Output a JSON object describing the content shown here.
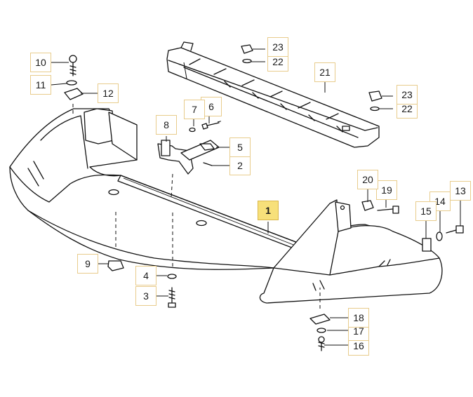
{
  "diagram": {
    "callouts": [
      {
        "id": "c1",
        "label": "1",
        "highlighted": true
      },
      {
        "id": "c2",
        "label": "2"
      },
      {
        "id": "c3",
        "label": "3"
      },
      {
        "id": "c4",
        "label": "4"
      },
      {
        "id": "c5",
        "label": "5"
      },
      {
        "id": "c6",
        "label": "6"
      },
      {
        "id": "c7",
        "label": "7"
      },
      {
        "id": "c8",
        "label": "8"
      },
      {
        "id": "c9",
        "label": "9"
      },
      {
        "id": "c10",
        "label": "10"
      },
      {
        "id": "c11",
        "label": "11"
      },
      {
        "id": "c12",
        "label": "12"
      },
      {
        "id": "c13",
        "label": "13"
      },
      {
        "id": "c14",
        "label": "14"
      },
      {
        "id": "c15",
        "label": "15"
      },
      {
        "id": "c16",
        "label": "16"
      },
      {
        "id": "c17",
        "label": "17"
      },
      {
        "id": "c18",
        "label": "18"
      },
      {
        "id": "c19",
        "label": "19"
      },
      {
        "id": "c20",
        "label": "20"
      },
      {
        "id": "c21",
        "label": "21"
      },
      {
        "id": "c22a",
        "label": "22"
      },
      {
        "id": "c22b",
        "label": "22"
      },
      {
        "id": "c23a",
        "label": "23"
      },
      {
        "id": "c23b",
        "label": "23"
      }
    ],
    "colors": {
      "line": "#111111",
      "callout_border": "#e8cc8c",
      "highlight": "#f7e07a"
    }
  }
}
